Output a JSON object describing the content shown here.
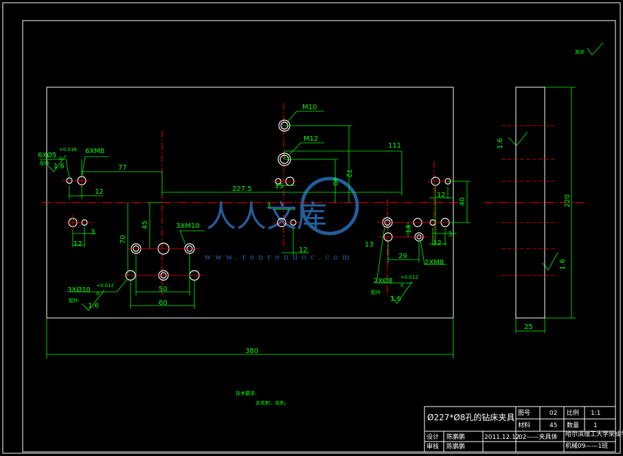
{
  "dims": {
    "hole_6x5": "6XØ5",
    "tol_016": "+0.016",
    "tol_0": "0",
    "hole_6xm8": "6XM8",
    "d77": "77",
    "d12a": "12",
    "d3a": "3",
    "d12b": "12",
    "m10": "M10",
    "m12": "M12",
    "d111": "111",
    "d72": "72",
    "d40a": "40",
    "d227_5": "227.5",
    "d15": "15",
    "d12c": "12",
    "d3b": "3",
    "d12d": "12",
    "d45": "45",
    "d70": "70",
    "hole_3xm10": "3XM10",
    "hole_3x10": "3XØ10",
    "tol_012": "+0.012",
    "d50": "50",
    "d60": "60",
    "d13": "13",
    "d14": "14",
    "d29": "29",
    "hole_2xm8": "2XM8",
    "hole_2x8": "2XØ8",
    "d12e": "12",
    "d40b": "40",
    "d3c": "3",
    "d12f": "12",
    "d380": "380",
    "d220": "220",
    "d25": "25",
    "rough_1_6": "1.6",
    "note_pin": "配作"
  },
  "notes": {
    "title": "技术要求:",
    "line1": "去毛刺，毛刺。",
    "corner_mark": "其余"
  },
  "watermark": {
    "logo_text": "人人文库",
    "url": "www.renrendoc.com"
  },
  "title_block": {
    "part_name": "Ø227*Ø8孔的钻床夹具",
    "drawing_no_label": "图号",
    "drawing_no": "02",
    "material_label": "材料",
    "material": "45",
    "scale_label": "比例",
    "scale": "1:1",
    "qty_label": "数量",
    "qty": "1",
    "design_label": "设计",
    "design_name": "陈鹏鹏",
    "check_label": "审核",
    "check_name": "陈鹏鹏",
    "date": "2011.12.12",
    "part_ref": "02——夹具体",
    "school": "哈尔滨理工大学荣成学院",
    "class": "机械09——1班"
  },
  "colors": {
    "outline": "#ffffff",
    "dimension": "#00ff00",
    "centerline": "#ff0000",
    "watermark": "#2a6fb8"
  }
}
